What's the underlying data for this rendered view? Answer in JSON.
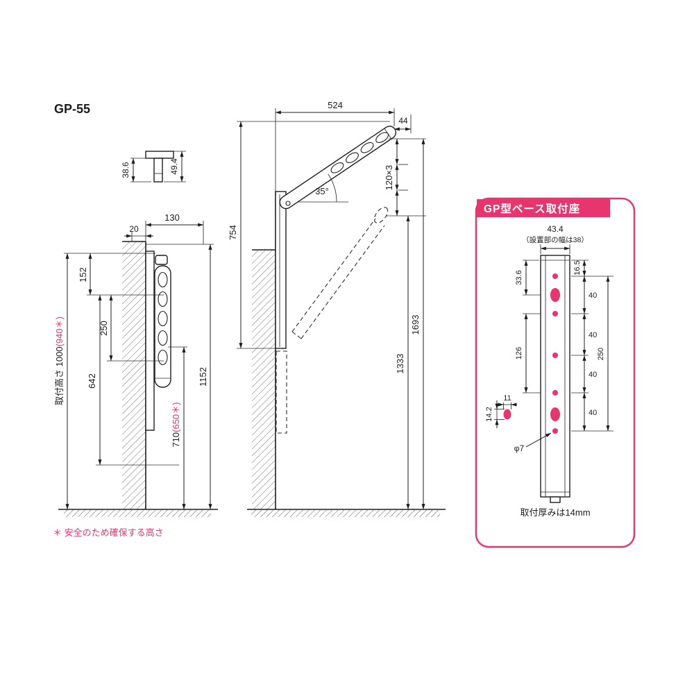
{
  "colors": {
    "accent": "#e8356d",
    "line": "#1c1c1c",
    "background": "#ffffff"
  },
  "drawing": {
    "model": "GP-55",
    "footnote": "＊ 安全のため確保する高さ"
  },
  "top_view": {
    "d_49_4": "49.4",
    "d_38_6": "38.6"
  },
  "folded_view": {
    "d_130": "130",
    "d_20": "20",
    "d_152": "152",
    "d_250": "250",
    "d_642": "642",
    "d_1152": "1152",
    "d_710": "710",
    "d_710_alt": "(650＊)",
    "mount_height": "取付高さ 1000",
    "mount_height_alt": "(940＊)"
  },
  "extended_view": {
    "d_524": "524",
    "d_44": "44",
    "d_754": "754",
    "d_120x3": "120×3",
    "angle_35": "35°",
    "d_1333": "1333",
    "d_1693": "1693"
  },
  "base_panel": {
    "title": "GP型ベース取付座",
    "d_43_4": "43.4",
    "width_note": "（設置部の幅は38）",
    "d_33_6": "33.6",
    "d_16_5": "16.5",
    "d_40s": [
      "40",
      "40",
      "40",
      "40"
    ],
    "d_126": "126",
    "d_250": "250",
    "d_11": "11",
    "d_14_2": "14.2",
    "d_phi7": "φ7",
    "thickness_note": "取付厚みは14mm"
  }
}
